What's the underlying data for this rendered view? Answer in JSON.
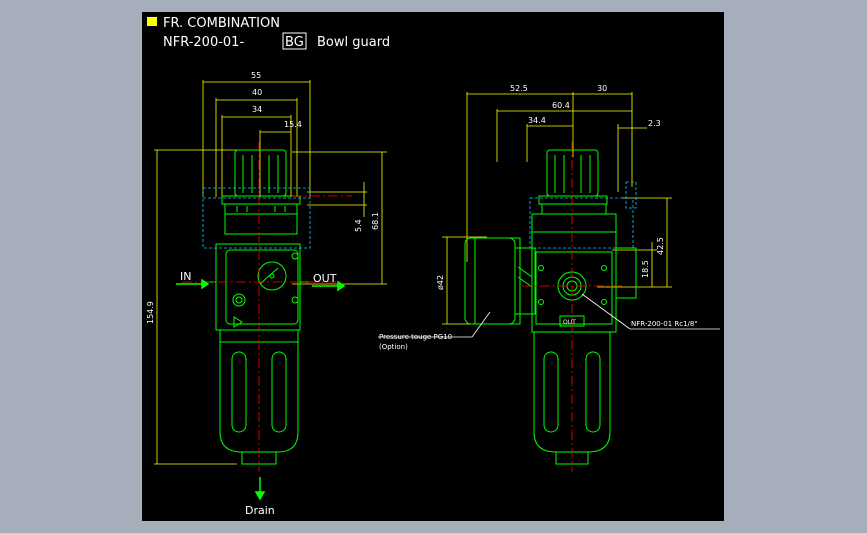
{
  "title": {
    "line1": "FR. COMBINATION",
    "model_prefix": "NFR-200-01-",
    "model_code": "BG",
    "model_suffix": "Bowl guard"
  },
  "front_view": {
    "dims": {
      "d55": "55",
      "d40": "40",
      "d34": "34",
      "d15_4": "15.4",
      "d68_1": "68.1",
      "d5_4": "5.4",
      "d154_9": "154.9"
    },
    "in_label": "IN",
    "out_label": "OUT",
    "drain_label": "Drain"
  },
  "side_view": {
    "dims": {
      "d52_5": "52.5",
      "d30": "30",
      "d60_4": "60.4",
      "d34_4": "34.4",
      "d2_3": "2.3",
      "d42_5": "42.5",
      "d18_5": "18.5",
      "d42": "ø42"
    },
    "pressure_gauge_line1": "Pressure touge PG10",
    "pressure_gauge_line2": "(Option)",
    "port_label": "NFR-200-01 Rc1/8\"",
    "out_plate": "OUT"
  },
  "colors": {
    "background": "#000000",
    "frame": "#a6aebb",
    "outline": "#00ff00",
    "dimension": "#ffff00",
    "centerline": "#ff0000",
    "hidden": "#00c8ff",
    "text": "#ffffff"
  }
}
